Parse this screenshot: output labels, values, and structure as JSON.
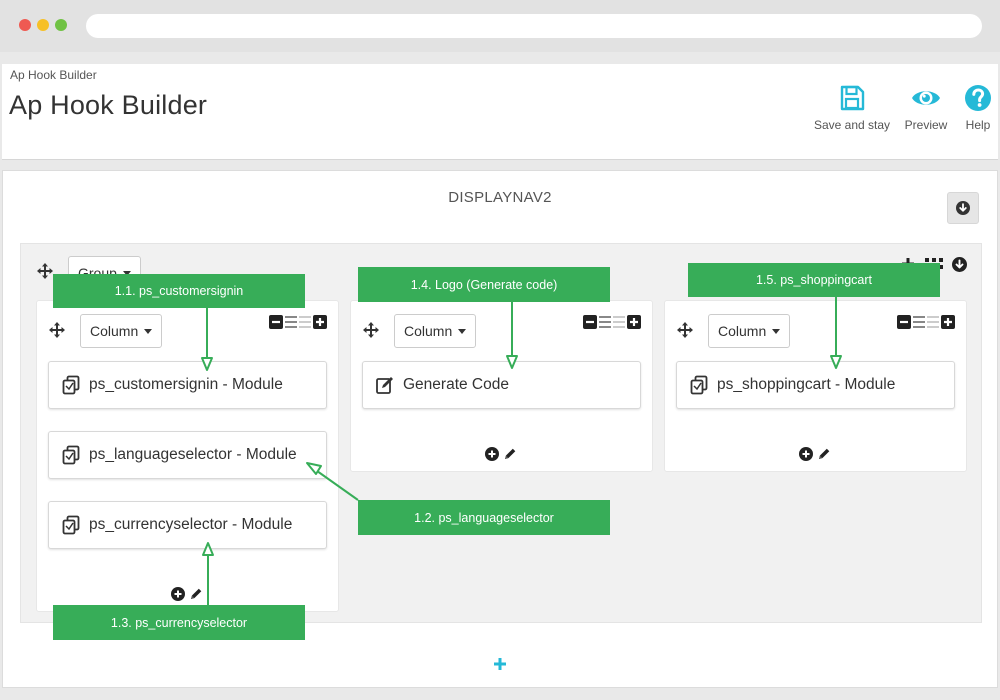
{
  "page": {
    "breadcrumb": "Ap Hook Builder",
    "title": "Ap Hook Builder"
  },
  "toolbar": {
    "save_label": "Save and stay",
    "preview_label": "Preview",
    "help_label": "Help",
    "accent": "#25b9d7"
  },
  "hook": {
    "title": "DISPLAYNAV2"
  },
  "group": {
    "label": "Group"
  },
  "columns": [
    {
      "label": "Column",
      "widgets": [
        {
          "label": "ps_customersignin - Module",
          "icon": "module-copy-icon"
        },
        {
          "label": "ps_languageselector - Module",
          "icon": "module-copy-icon"
        },
        {
          "label": "ps_currencyselector - Module",
          "icon": "module-copy-icon"
        }
      ]
    },
    {
      "label": "Column",
      "widgets": [
        {
          "label": "Generate Code",
          "icon": "edit-icon"
        }
      ]
    },
    {
      "label": "Column",
      "widgets": [
        {
          "label": "ps_shoppingcart - Module",
          "icon": "module-copy-icon"
        }
      ]
    }
  ],
  "annotations": [
    "1.1. ps_customersignin",
    "1.2. ps_languageselector",
    "1.3. ps_currencyselector",
    "1.4. Logo (Generate code)",
    "1.5. ps_shoppingcart"
  ],
  "colors": {
    "annotation": "#37ad58",
    "panel_bg": "#f1f1f1"
  }
}
